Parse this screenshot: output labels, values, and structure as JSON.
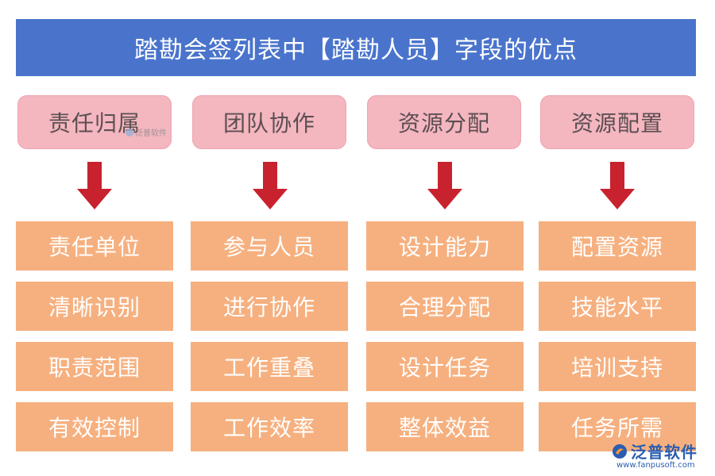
{
  "title": "踏勘会签列表中【踏勘人员】字段的优点",
  "columns": [
    {
      "header": "责任归属",
      "items": [
        "责任单位",
        "清晰识别",
        "职责范围",
        "有效控制"
      ]
    },
    {
      "header": "团队协作",
      "items": [
        "参与人员",
        "进行协作",
        "工作重叠",
        "工作效率"
      ]
    },
    {
      "header": "资源分配",
      "items": [
        "设计能力",
        "合理分配",
        "设计任务",
        "整体效益"
      ]
    },
    {
      "header": "资源配置",
      "items": [
        "配置资源",
        "技能水平",
        "培训支持",
        "任务所需"
      ]
    }
  ],
  "watermark": {
    "text": "泛普软件"
  },
  "logo": {
    "name": "泛普软件",
    "url": "www.fanpusoft.com"
  },
  "colors": {
    "title_bg": "#4a74cc",
    "header_bg": "#f4b6bf",
    "item_bg": "#f6b07f",
    "arrow": "#c8222e"
  }
}
